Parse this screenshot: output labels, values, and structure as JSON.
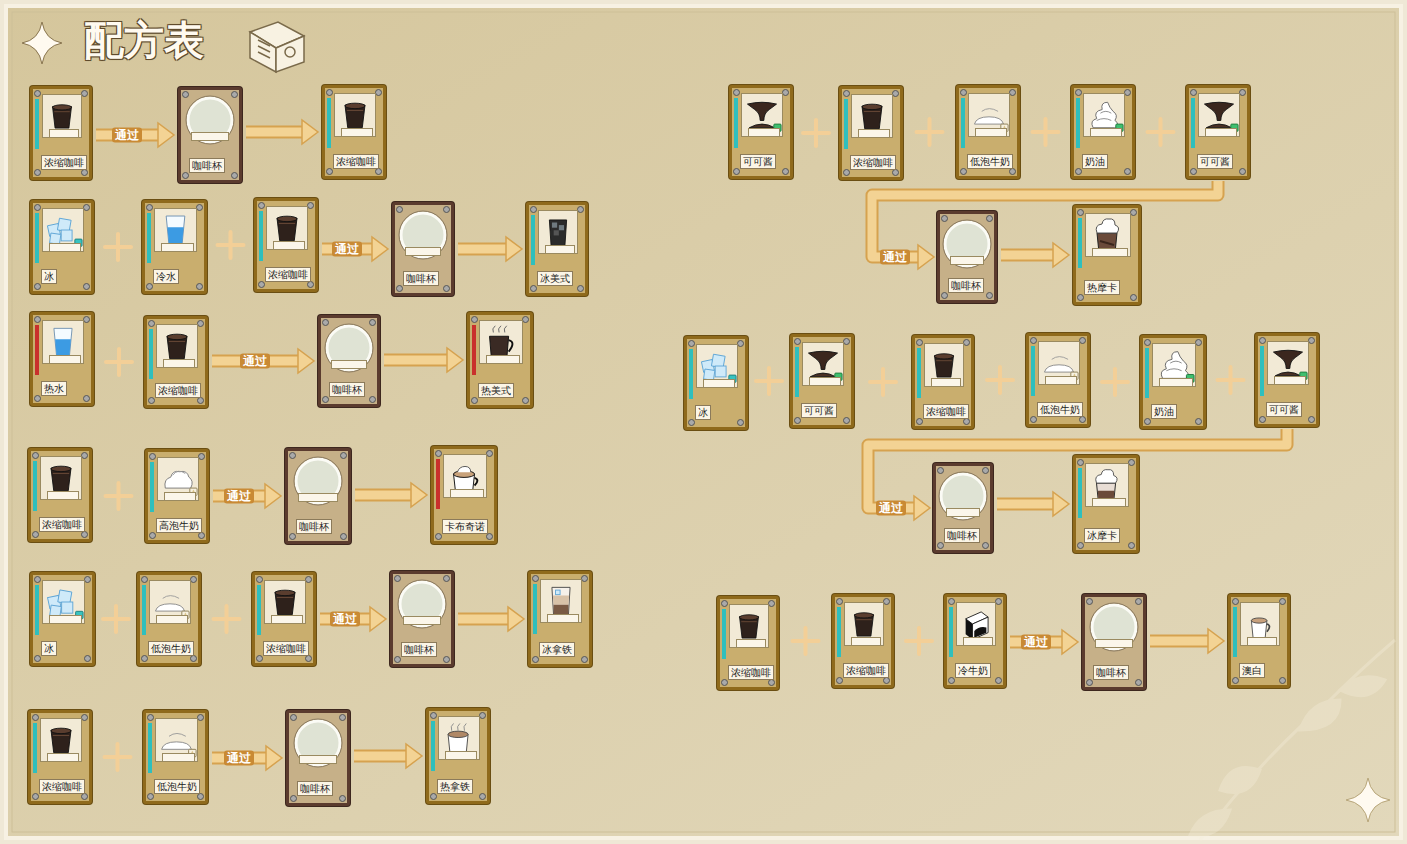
{
  "diagram": {
    "nodes": [
      {
        "text": [
          "浓缩咖啡"
        ]
      },
      {
        "text": [
          "咖啡杯"
        ]
      },
      {
        "text": [
          "浓缩咖啡"
        ]
      },
      {
        "text": [
          "冰"
        ]
      },
      {
        "text": [
          "冷水"
        ]
      },
      {
        "text": [
          "浓缩咖啡"
        ]
      },
      {
        "text": [
          "咖啡杯"
        ]
      },
      {
        "text": [
          "冰美式"
        ]
      },
      {
        "text": [
          "热水"
        ]
      },
      {
        "text": [
          "浓缩咖啡"
        ]
      },
      {
        "text": [
          "咖啡杯"
        ]
      },
      {
        "text": [
          "热美式"
        ]
      },
      {
        "text": [
          "浓缩咖啡"
        ]
      },
      {
        "text": [
          "高泡牛奶"
        ]
      },
      {
        "text": [
          "咖啡杯"
        ]
      },
      {
        "text": [
          "卡布奇诺"
        ]
      },
      {
        "text": [
          "冰"
        ]
      },
      {
        "text": [
          "低泡牛奶"
        ]
      },
      {
        "text": [
          "浓缩咖啡"
        ]
      },
      {
        "text": [
          "咖啡杯"
        ]
      },
      {
        "text": [
          "冰拿铁"
        ]
      },
      {
        "text": [
          "浓缩咖啡"
        ]
      },
      {
        "text": [
          "低泡牛奶"
        ]
      },
      {
        "text": [
          "咖啡杯"
        ]
      },
      {
        "text": [
          "热拿铁"
        ]
      },
      {
        "text": [
          "可可酱"
        ]
      },
      {
        "text": [
          "浓缩咖啡"
        ]
      },
      {
        "text": [
          "低泡牛奶"
        ]
      },
      {
        "text": [
          "奶油"
        ]
      },
      {
        "text": [
          "可可酱"
        ]
      },
      {
        "text": [
          "咖啡杯"
        ]
      },
      {
        "text": [
          "热摩卡"
        ]
      },
      {
        "text": [
          "冰"
        ]
      },
      {
        "text": [
          "可可酱"
        ]
      },
      {
        "text": [
          "浓缩咖啡"
        ]
      },
      {
        "text": [
          "低泡牛奶"
        ]
      },
      {
        "text": [
          "奶油"
        ]
      },
      {
        "text": [
          "可可酱"
        ]
      },
      {
        "text": [
          "咖啡杯"
        ]
      },
      {
        "text": [
          "冰摩卡"
        ]
      },
      {
        "text": [
          "浓缩咖啡"
        ]
      },
      {
        "text": [
          "浓缩咖啡"
        ]
      },
      {
        "text": [
          "冷牛奶"
        ]
      },
      {
        "text": [
          "咖啡杯"
        ]
      },
      {
        "text": [
          "澳白"
        ]
      }
    ],
    "edges": [
      {
        "from": 0,
        "to": 1,
        "arrow": "to",
        "label": "通过"
      },
      {
        "from": 1,
        "to": 2,
        "arrow": "to"
      },
      {
        "from": 5,
        "to": 6,
        "arrow": "to",
        "label": "通过"
      },
      {
        "from": 6,
        "to": 7,
        "arrow": "to"
      },
      {
        "from": 9,
        "to": 10,
        "arrow": "to",
        "label": "通过"
      },
      {
        "from": 10,
        "to": 11,
        "arrow": "to"
      },
      {
        "from": 13,
        "to": 14,
        "arrow": "to",
        "label": "通过"
      },
      {
        "from": 14,
        "to": 15,
        "arrow": "to"
      },
      {
        "from": 18,
        "to": 19,
        "arrow": "to",
        "label": "通过"
      },
      {
        "from": 19,
        "to": 20,
        "arrow": "to"
      },
      {
        "from": 22,
        "to": 23,
        "arrow": "to",
        "label": "通过"
      },
      {
        "from": 23,
        "to": 24,
        "arrow": "to"
      },
      {
        "from": 29,
        "to": 30,
        "arrow": "to",
        "label": "通过"
      },
      {
        "from": 30,
        "to": 31,
        "arrow": "to"
      },
      {
        "from": 37,
        "to": 38,
        "arrow": "to",
        "label": "通过"
      },
      {
        "from": 38,
        "to": 39,
        "arrow": "to"
      },
      {
        "from": 42,
        "to": 43,
        "arrow": "to",
        "label": "通过"
      },
      {
        "from": 43,
        "to": 44,
        "arrow": "to"
      }
    ],
    "labels": [
      "配方表"
    ]
  }
}
